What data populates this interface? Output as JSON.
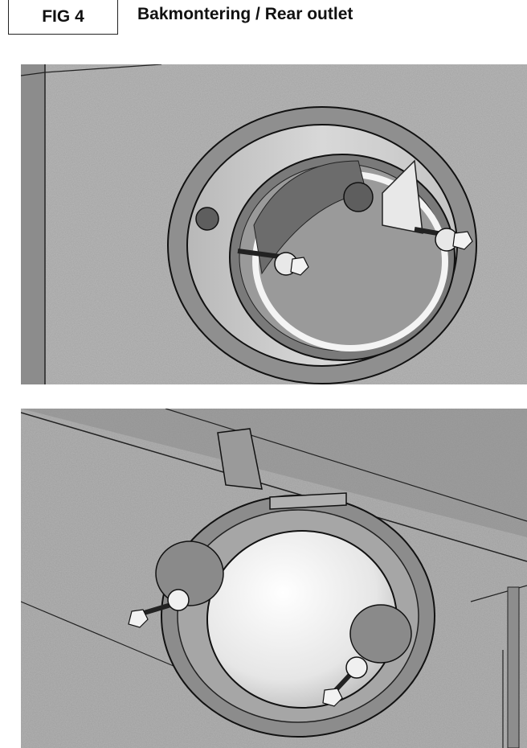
{
  "header": {
    "figure_number": "FIG 4",
    "title": "Bakmontering / Rear outlet"
  },
  "figures": [
    {
      "name": "rear-outlet-collar-view"
    },
    {
      "name": "rear-outlet-flange-view"
    }
  ]
}
